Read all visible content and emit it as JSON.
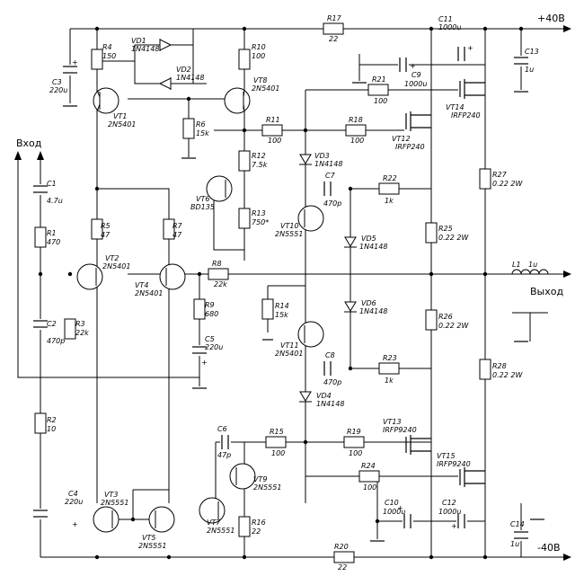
{
  "terminals": {
    "vin": "Вход",
    "vout": "Выход",
    "vpos": "+40В",
    "vneg": "-40В"
  },
  "components": {
    "R1": {
      "name": "R1",
      "value": "470"
    },
    "R2": {
      "name": "R2",
      "value": "10"
    },
    "R3": {
      "name": "R3",
      "value": "22k"
    },
    "R4": {
      "name": "R4",
      "value": "150"
    },
    "R5": {
      "name": "R5",
      "value": "47"
    },
    "R6": {
      "name": "R6",
      "value": "15k"
    },
    "R7": {
      "name": "R7",
      "value": "47"
    },
    "R8": {
      "name": "R8",
      "value": "22k"
    },
    "R9": {
      "name": "R9",
      "value": "680"
    },
    "R10": {
      "name": "R10",
      "value": "100"
    },
    "R11": {
      "name": "R11",
      "value": "100"
    },
    "R12": {
      "name": "R12",
      "value": "7.5k"
    },
    "R13": {
      "name": "R13",
      "value": "750*"
    },
    "R14": {
      "name": "R14",
      "value": "15k"
    },
    "R15": {
      "name": "R15",
      "value": "100"
    },
    "R16": {
      "name": "R16",
      "value": "22"
    },
    "R17": {
      "name": "R17",
      "value": "22"
    },
    "R18": {
      "name": "R18",
      "value": "100"
    },
    "R19": {
      "name": "R19",
      "value": "100"
    },
    "R20": {
      "name": "R20",
      "value": "22"
    },
    "R21": {
      "name": "R21",
      "value": "100"
    },
    "R22": {
      "name": "R22",
      "value": "1k"
    },
    "R23": {
      "name": "R23",
      "value": "1k"
    },
    "R24": {
      "name": "R24",
      "value": "100"
    },
    "R25": {
      "name": "R25",
      "value": "0.22 2W"
    },
    "R26": {
      "name": "R26",
      "value": "0.22 2W"
    },
    "R27": {
      "name": "R27",
      "value": "0.22 2W"
    },
    "R28": {
      "name": "R28",
      "value": "0.22 2W"
    },
    "C1": {
      "name": "C1",
      "value": "4.7u"
    },
    "C2": {
      "name": "C2",
      "value": "470p"
    },
    "C3": {
      "name": "C3",
      "value": "220u"
    },
    "C4": {
      "name": "C4",
      "value": "220u"
    },
    "C5": {
      "name": "C5",
      "value": "220u"
    },
    "C6": {
      "name": "C6",
      "value": "47p"
    },
    "C7": {
      "name": "C7",
      "value": "470p"
    },
    "C8": {
      "name": "C8",
      "value": "470p"
    },
    "C9": {
      "name": "C9",
      "value": "1000u"
    },
    "C10": {
      "name": "C10",
      "value": "1000u"
    },
    "C11": {
      "name": "C11",
      "value": "1000u"
    },
    "C12": {
      "name": "C12",
      "value": "1000u"
    },
    "C13": {
      "name": "C13",
      "value": "1u"
    },
    "C14": {
      "name": "C14",
      "value": "1u"
    },
    "L1": {
      "name": "L1",
      "value": "1u"
    },
    "VD1": {
      "name": "VD1",
      "value": "1N4148"
    },
    "VD2": {
      "name": "VD2",
      "value": "1N4148"
    },
    "VD3": {
      "name": "VD3",
      "value": "1N4148"
    },
    "VD4": {
      "name": "VD4",
      "value": "1N4148"
    },
    "VD5": {
      "name": "VD5",
      "value": "1N4148"
    },
    "VD6": {
      "name": "VD6",
      "value": "1N4148"
    },
    "VT1": {
      "name": "VT1",
      "value": "2N5401"
    },
    "VT2": {
      "name": "VT2",
      "value": "2N5401"
    },
    "VT3": {
      "name": "VT3",
      "value": "2N5551"
    },
    "VT4": {
      "name": "VT4",
      "value": "2N5401"
    },
    "VT5": {
      "name": "VT5",
      "value": "2N5551"
    },
    "VT6": {
      "name": "VT6",
      "value": "BD135"
    },
    "VT7": {
      "name": "VT7",
      "value": "2N5551"
    },
    "VT8": {
      "name": "VT8",
      "value": "2N5401"
    },
    "VT9": {
      "name": "VT9",
      "value": "2N5551"
    },
    "VT10": {
      "name": "VT10",
      "value": "2N5551"
    },
    "VT11": {
      "name": "VT11",
      "value": "2N5401"
    },
    "VT12": {
      "name": "VT12",
      "value": "IRFP240"
    },
    "VT13": {
      "name": "VT13",
      "value": "IRFP9240"
    },
    "VT14": {
      "name": "VT14",
      "value": "IRFP240"
    },
    "VT15": {
      "name": "VT15",
      "value": "IRFP9240"
    }
  }
}
